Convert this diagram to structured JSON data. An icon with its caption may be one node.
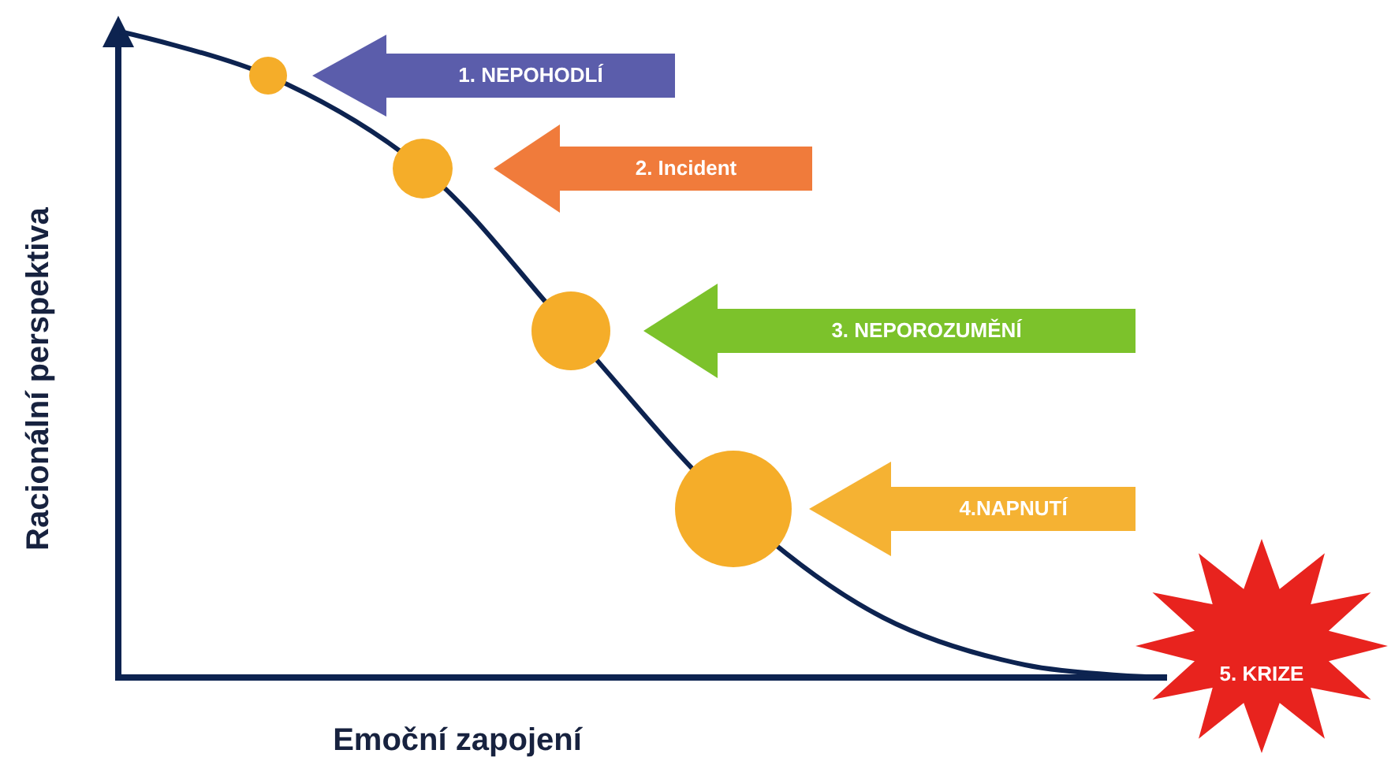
{
  "diagram": {
    "nodes": [
      {
        "text": [],
        "shape": "circle"
      },
      {
        "text": [],
        "shape": "circle"
      },
      {
        "text": [],
        "shape": "circle"
      },
      {
        "text": [],
        "shape": "circle"
      },
      {
        "text": [
          "5. KRIZE"
        ]
      }
    ],
    "edges": [
      {
        "from": null,
        "to": 0,
        "arrow": "to",
        "label": "1. NEPOHODLÍ",
        "color": "#5b5dab"
      },
      {
        "from": null,
        "to": 1,
        "arrow": "to",
        "label": "2. Incident",
        "color": "#f07b3b"
      },
      {
        "from": null,
        "to": 2,
        "arrow": "to",
        "label": "3. NEPOROZUMĚNÍ",
        "color": "#7cc22b"
      },
      {
        "from": null,
        "to": 3,
        "arrow": "to",
        "label": "4.NAPNUTÍ",
        "color": "#f5b233"
      }
    ],
    "labels": [
      "Racionální perspektiva",
      "Emoční zapojení"
    ]
  }
}
